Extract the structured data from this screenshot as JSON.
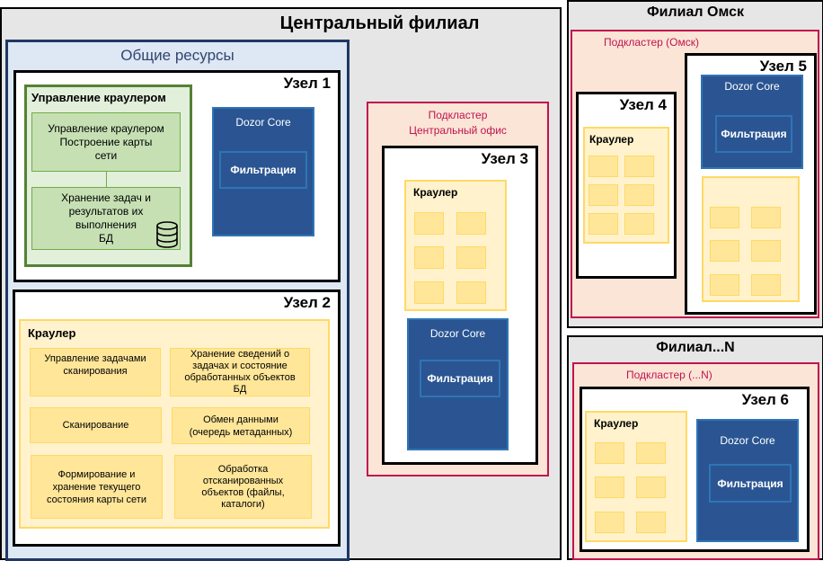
{
  "central": {
    "title": "Центральный филиал",
    "shared": {
      "title": "Общие ресурсы",
      "node1": {
        "label": "Узел 1",
        "mgmt": {
          "title": "Управление краулером",
          "box1": "Управление краулером\nПостроение карты\nсети",
          "box2": "Хранение задач и\nрезультатов их\nвыполнения\nБД",
          "db_icon": "database-icon"
        },
        "core": {
          "title": "Dozor Core",
          "filter": "Фильтрация"
        }
      },
      "node2": {
        "label": "Узел 2",
        "crawler": {
          "title": "Краулер",
          "boxes": [
            "Управление задачами\nсканирования",
            "Хранение сведений о\nзадачах и состояние\nобработанных объектов\nБД",
            "Сканирование",
            "Обмен данными\n(очередь метаданных)",
            "Формирование и\nхранение текущего\nсостояния карты сети",
            "Обработка\nотсканированных\nобъектов (файлы,\nкаталоги)"
          ]
        }
      }
    },
    "cluster": {
      "title": "Подкластер\nЦентральный офис",
      "node3": {
        "label": "Узел 3",
        "crawler": "Краулер",
        "core": {
          "title": "Dozor Core",
          "filter": "Фильтрация"
        }
      }
    }
  },
  "omsk": {
    "title": "Филиал Омск",
    "cluster": "Подкластер (Омск)",
    "node4": {
      "label": "Узел 4",
      "crawler": "Краулер"
    },
    "node5": {
      "label": "Узел 5",
      "core": {
        "title": "Dozor Core",
        "filter": "Фильтрация"
      }
    }
  },
  "branchN": {
    "title": "Филиал...N",
    "cluster": "Подкластер (...N)",
    "node6": {
      "label": "Узел 6",
      "crawler": "Краулер",
      "core": {
        "title": "Dozor Core",
        "filter": "Фильтрация"
      }
    }
  },
  "colors": {
    "shared_border": "#1f3864",
    "cluster_border": "#c0134f",
    "core_fill": "#2a5592",
    "crawler_fill": "#fff2cc",
    "mgmt_fill": "#e2efda"
  }
}
